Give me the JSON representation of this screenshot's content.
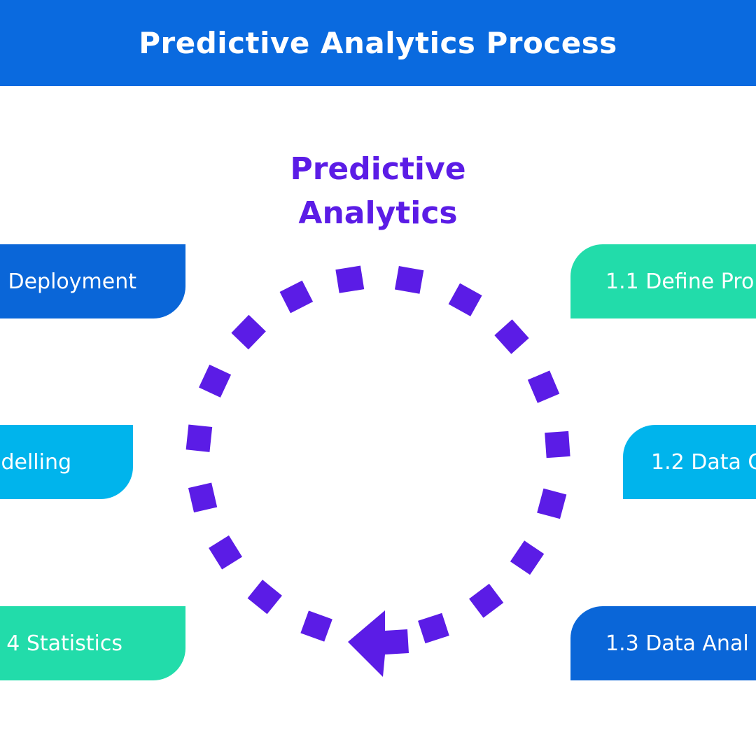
{
  "header": {
    "title": "Predictive Analytics Process"
  },
  "center": {
    "line1": "Predictive",
    "line2": "Analytics"
  },
  "colors": {
    "header": "#0a6adf",
    "cycle": "#5b1ce6",
    "teal": "#22dcaa",
    "cyan": "#00b4ec",
    "blue": "#0a66d8"
  },
  "left_steps": [
    {
      "label": "Deployment",
      "color": "#0a66d8"
    },
    {
      "label": "delling",
      "color": "#00b4ec"
    },
    {
      "label": "4 Statistics",
      "color": "#22dcaa"
    }
  ],
  "right_steps": [
    {
      "label": "1.1 Define Pro",
      "color": "#22dcaa"
    },
    {
      "label": "1.2 Data C",
      "color": "#00b4ec"
    },
    {
      "label": "1.3 Data Anal",
      "color": "#0a66d8"
    }
  ],
  "cycle_icon": "dashed-circular-arrow-counterclockwise"
}
